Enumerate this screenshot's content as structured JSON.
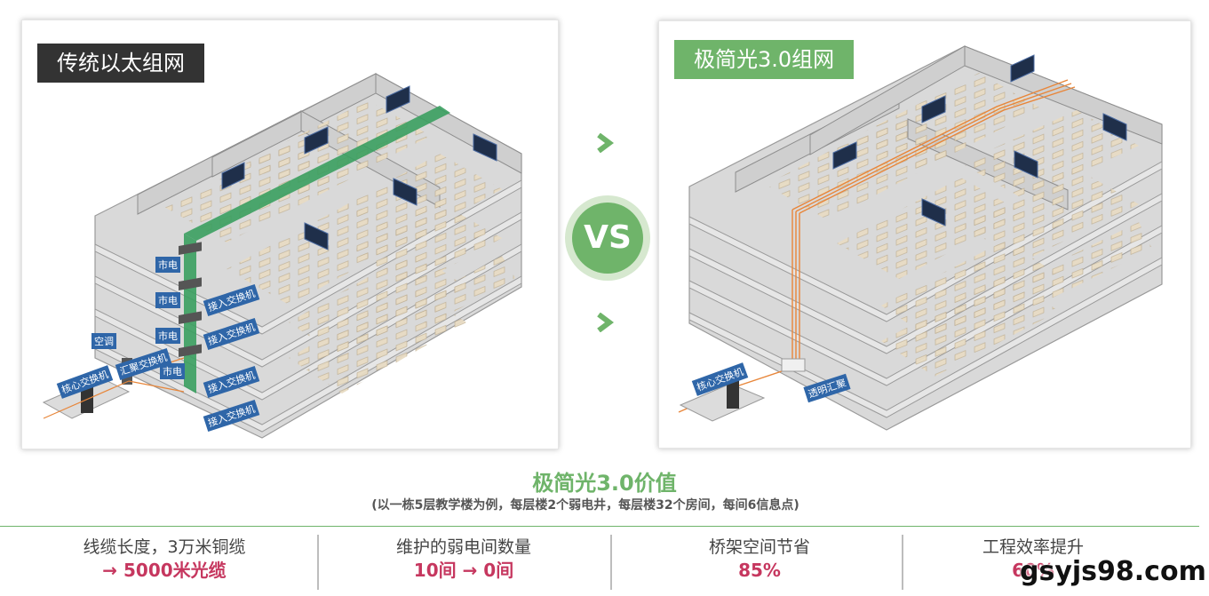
{
  "panels": {
    "left_title": "传统以太组网",
    "right_title": "极简光3.0组网"
  },
  "vs_label": "VS",
  "left_labels": {
    "mains_1": "市电",
    "mains_2": "市电",
    "mains_3": "市电",
    "mains_4": "市电",
    "access_switch_1": "接入交换机",
    "access_switch_2": "接入交换机",
    "access_switch_3": "接入交换机",
    "access_switch_4": "接入交换机",
    "aircon": "空调",
    "aggregation_switch": "汇聚交换机",
    "core_switch": "核心交换机"
  },
  "right_labels": {
    "core_switch": "核心交换机",
    "transparent_aggregation": "透明汇聚"
  },
  "value_section": {
    "title": "极简光3.0价值",
    "subtitle": "(以一栋5层教学楼为例，每层楼2个弱电井，每层楼32个房间，每间6信息点)"
  },
  "stats": [
    {
      "label": "线缆长度，3万米铜缆",
      "value": "→ 5000米光缆"
    },
    {
      "label": "维护的弱电间数量",
      "value": "10间 → 0间"
    },
    {
      "label": "桥架空间节省",
      "value": "85%"
    },
    {
      "label": "工程效率提升",
      "value": "60%"
    }
  ],
  "watermark": "gsyjs98.com",
  "colors": {
    "accent_green": "#6fb46a",
    "dark_tag": "#333333",
    "value_red": "#c6375f",
    "fiber_orange": "#e8863a",
    "cable_tray_green": "#3a9e5f"
  }
}
